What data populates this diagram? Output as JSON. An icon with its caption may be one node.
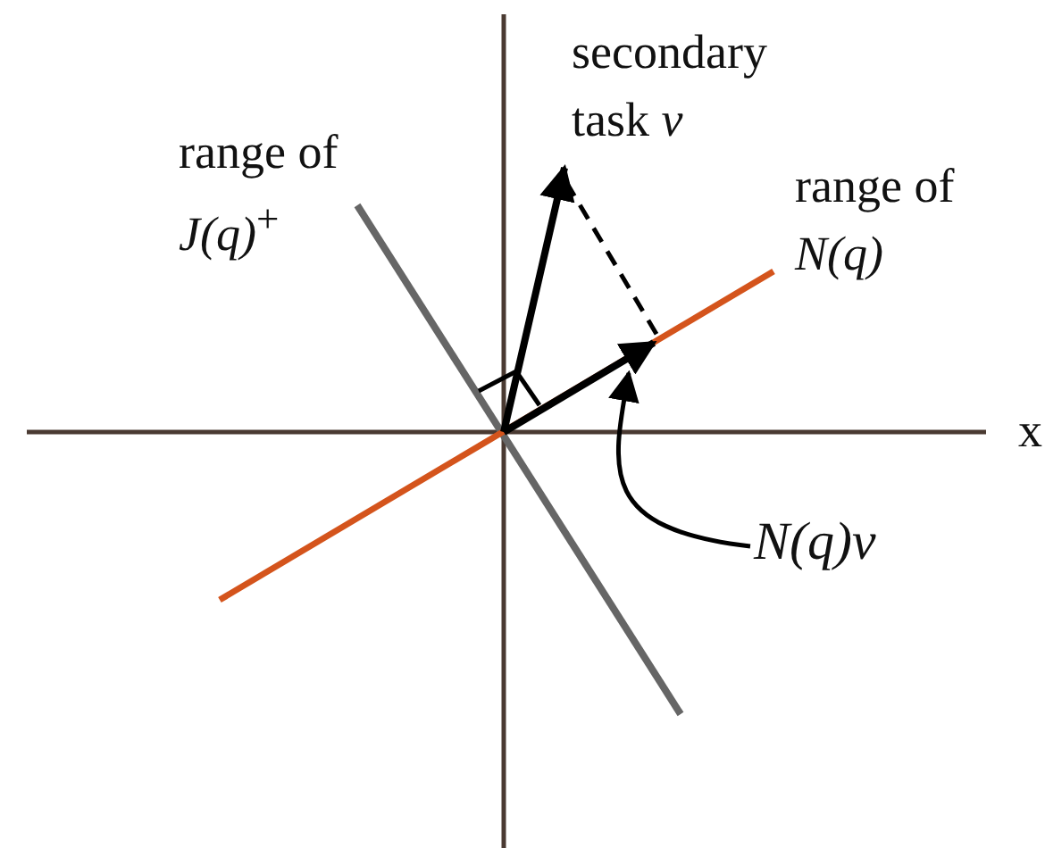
{
  "diagram": {
    "nodes": [
      {
        "text": [
          "N(q)v"
        ]
      },
      {
        "text": [],
        "shape": "arrow"
      }
    ],
    "edges": [
      {
        "from": 0,
        "to": 1,
        "arrow": "to"
      }
    ],
    "labels": [
      "secondary task *v*",
      "range of *J(q)*$^{+}$",
      "range of *N(q)*",
      "x"
    ]
  }
}
